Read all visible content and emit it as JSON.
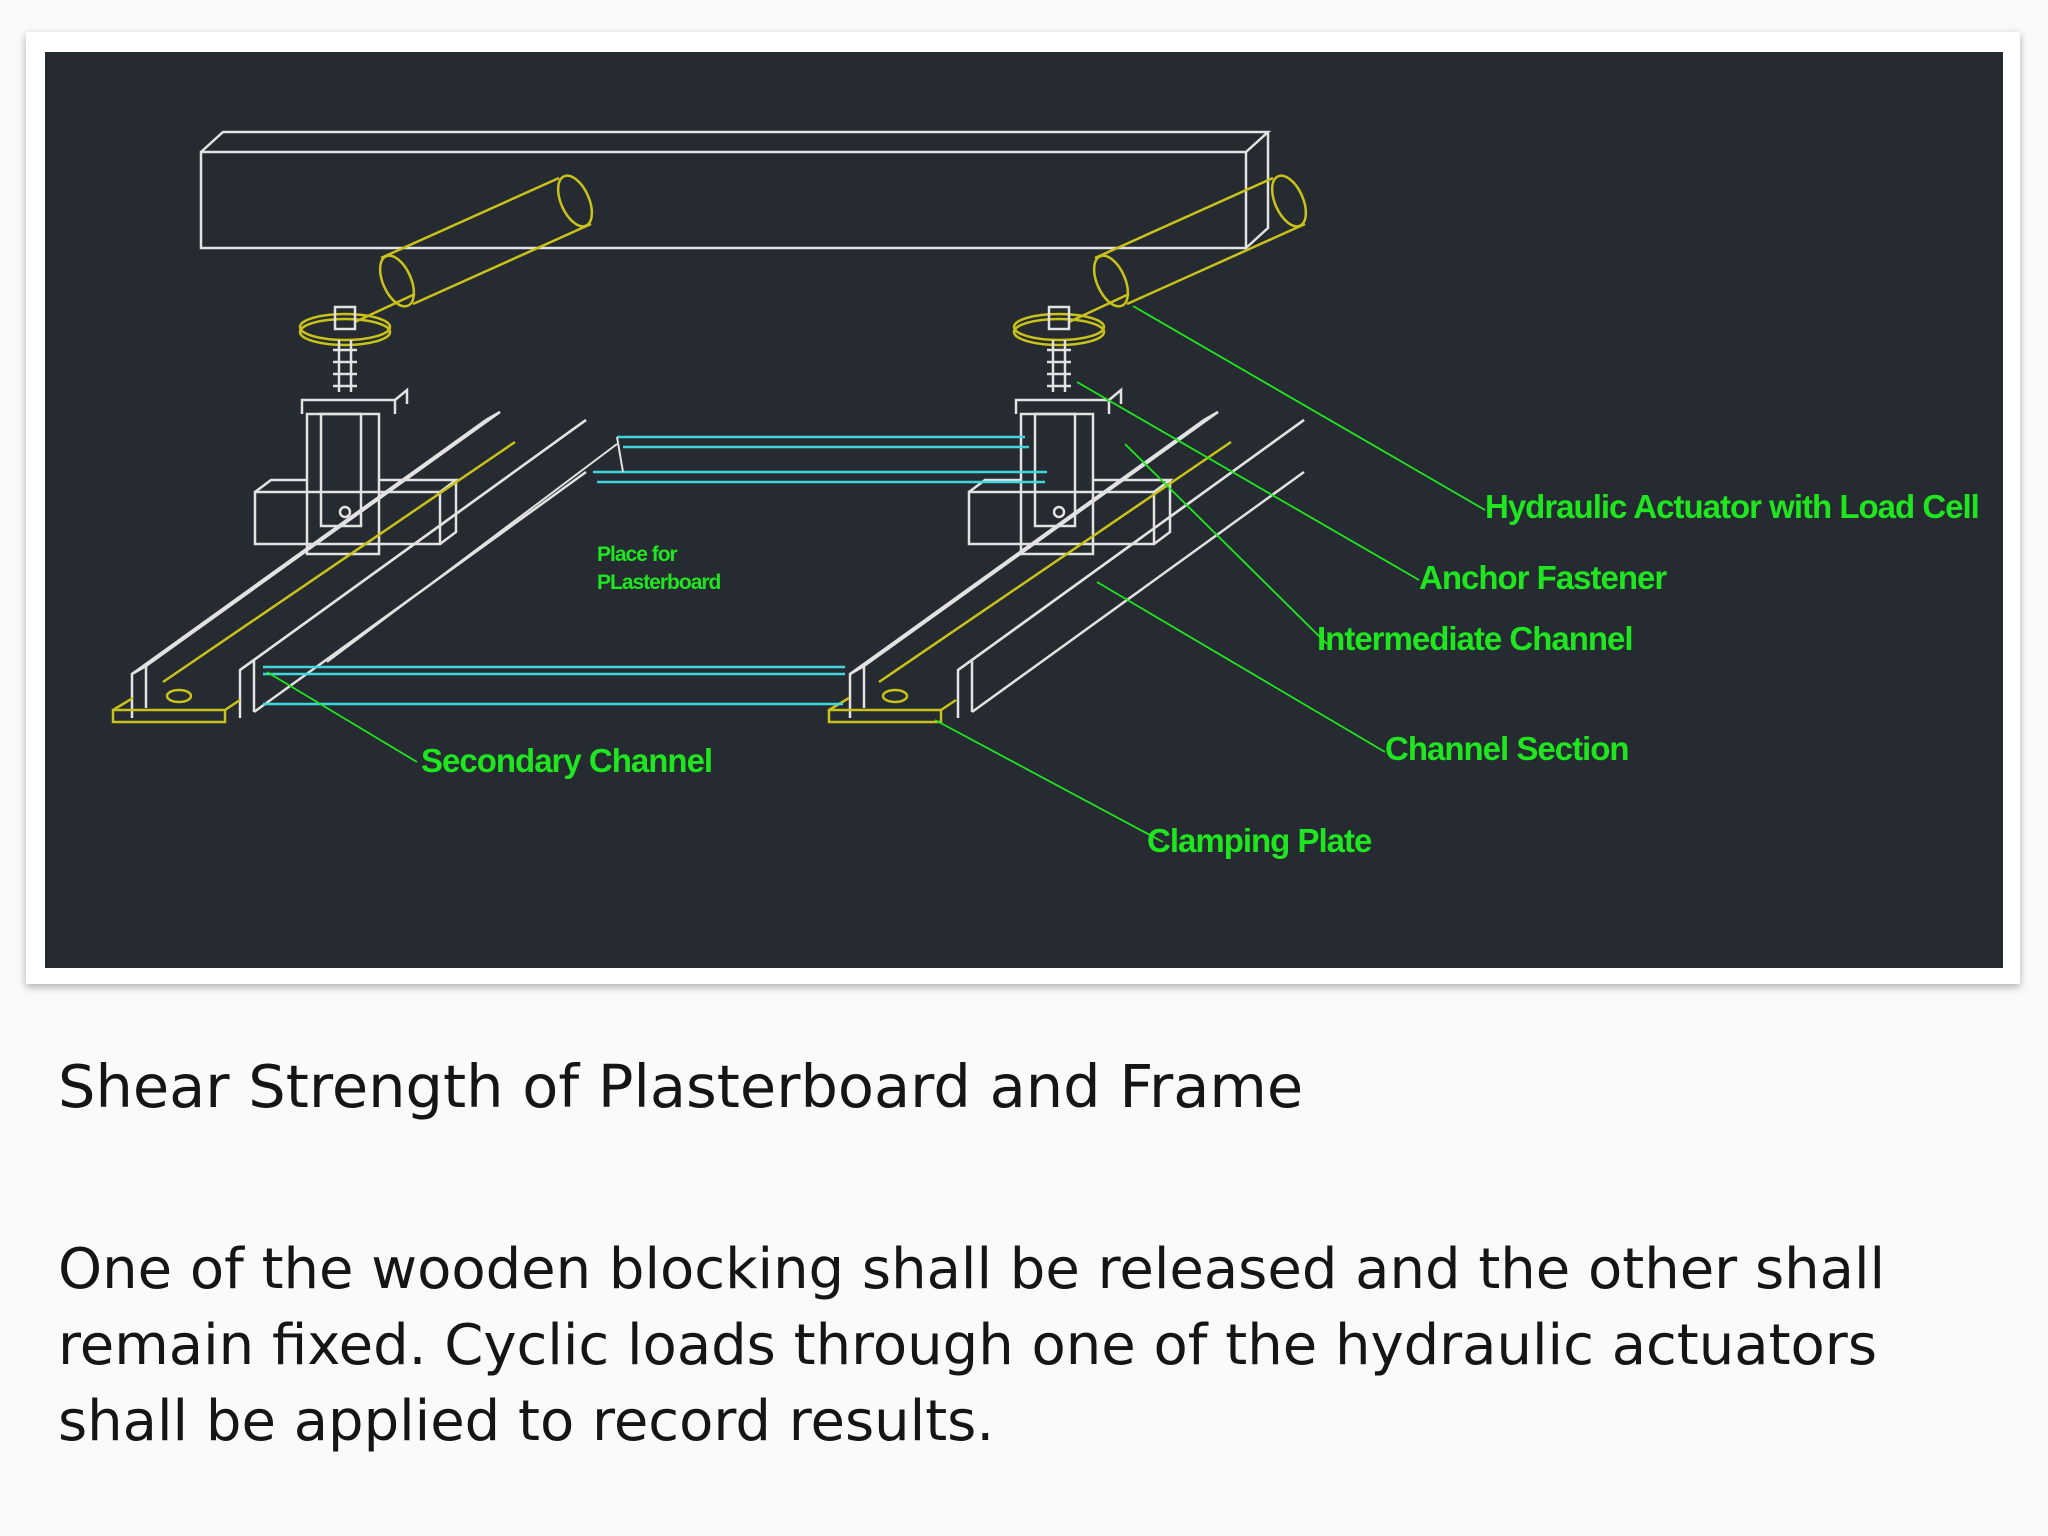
{
  "slide": {
    "title": "Shear Strength of Plasterboard and Frame",
    "body": "One of the wooden blocking shall be released and the other shall remain fixed. Cyclic loads through one of the hydraulic actuators shall be applied to record results."
  },
  "diagram": {
    "labels": {
      "hydraulic_actuator": "Hydraulic Actuator with Load Cell",
      "anchor_fastener": "Anchor Fastener",
      "intermediate_channel": "Intermediate Channel",
      "channel_section": "Channel Section",
      "clamping_plate": "Clamping Plate",
      "secondary_channel": "Secondary Channel",
      "plasterboard_line1": "Place for",
      "plasterboard_line2": "PLasterboard"
    },
    "colors": {
      "background": "#252b31",
      "frame_lines": "#e2e2e2",
      "actuator": "#c9c21a",
      "plasterboard_edge": "#3fd6e0",
      "leader_and_labels": "#1fe61f"
    }
  }
}
